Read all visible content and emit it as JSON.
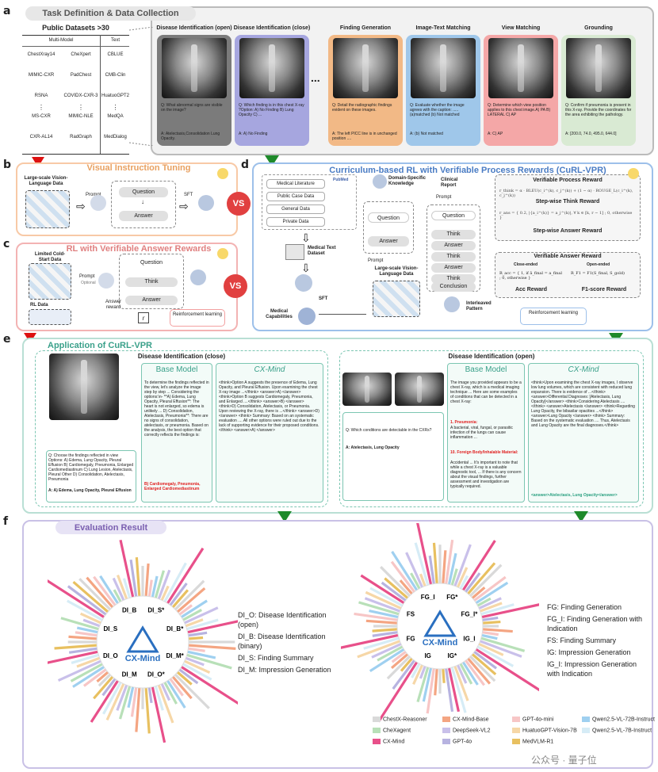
{
  "panel_a": {
    "letter": "a",
    "title": "Task Definition & Data Collection",
    "datasets_title": "Public Datasets >30",
    "col_multimodel": "Multi-Model",
    "col_text": "Text",
    "rows": [
      [
        "ChestXray14",
        "CheXpert",
        "CBLUE"
      ],
      [
        "MIMIC-CXR",
        "PadChest",
        "CMB-Clin"
      ],
      [
        "RSNA",
        "COVIDX-CXR-3",
        "HuatuoGPT2"
      ],
      [
        "MS-CXR",
        "MIMIC-NLE",
        "MedQA"
      ],
      [
        "CXR-AL14",
        "RadGraph",
        "MedDialog"
      ]
    ],
    "vdots": "⋮",
    "ellipsis": "...",
    "tasks": [
      {
        "title": "Disease Identification (open)",
        "q": "Q: What abnormal signs are visible on the image?",
        "a": "A: Atelectasis,Consolidation Lung Opacity.",
        "color": "#7b7b7b"
      },
      {
        "title": "Disease Identification (close)",
        "q": "Q: Which finding is in this chest X-ray ?Option: A) No Finding B) Lung Opacity C) ...",
        "a": "A: A) No Finding",
        "color": "#a6a6df"
      },
      {
        "title": "Finding Generation",
        "q": "Q: Detail the radiographic findings evident on these images.",
        "a": "A: The left PICC line is in unchanged position ....",
        "color": "#f2b986"
      },
      {
        "title": "Image-Text Matching",
        "q": "Q: Evaluate whether the image agrees with the caption: ..... (a)matched (b) Not matched",
        "a": "A: (b) Not matched",
        "color": "#9fc7ea"
      },
      {
        "title": "View Matching",
        "q": "Q: Determine which view position applies to this chest image.A) PA B) LATERAL C) AP",
        "a": "A: C) AP",
        "color": "#f4a7a7"
      },
      {
        "title": "Grounding",
        "q": "Q: Confirm if pneumonia is present in this X-ray. Provide the coordinates for the area exhibiting the pathology.",
        "a": "A: [200.0, 74.0, 495.0, 644.0]",
        "color": "#d9ead3"
      }
    ]
  },
  "panel_b": {
    "letter": "b",
    "title": "Visual Instruction Tuning",
    "data_label": "Large-scale Vision-Language Data",
    "prompt": "Prompt",
    "question": "Question",
    "answer": "Answer",
    "sft": "SFT",
    "vs": "VS"
  },
  "panel_c": {
    "letter": "c",
    "title": "RL with Verifiable Answer Rewards",
    "cold": "Limited Cold-Start Data",
    "rl_data": "RL Data",
    "prompt": "Prompt",
    "optional": "Optional",
    "question": "Question",
    "think": "Think",
    "answer": "Answer",
    "answer_reward": "Answer reward",
    "r": "r",
    "rl": "Reinforcement learning"
  },
  "panel_d": {
    "letter": "d",
    "title": "Curriculum-based RL with Verifiable Process Rewards (CuRL-VPR)",
    "sources": [
      "Medical Literature",
      "Public Case Data",
      "General Data",
      "Private Data"
    ],
    "pubmed": "PubMed",
    "medical_text": "Medical Text Dataset",
    "domain_knowledge": "Domain-Specific Knowledge",
    "clinical_report": "Clinical Report",
    "prompt": "Prompt",
    "question": "Question",
    "answer": "Answer",
    "think": "Think",
    "conclusion": "Conclusion",
    "large_vl": "Large-scale Vision-Language Data",
    "sft": "SFT",
    "medical_capabilities": "Medical Capabilities",
    "interleaved": "Interleaved Pattern",
    "rl": "Reinforcement learning",
    "vpr_title": "Verifiable Process Reward",
    "step_think": "Step-wise Think Reward",
    "step_answer": "Step-wise Answer Reward",
    "var_title": "Verifiable Answer Reward",
    "close_ended": "Close-ended",
    "open_ended": "Open-ended",
    "acc_reward": "Acc Reward",
    "f1_reward": "F1-score Reward",
    "formula1": "r_think = α · BLEU(c_i^(k), c_j^(k)) + (1 − α) · ROUGE_L(c_i^(k), c_j^(k))",
    "formula2": "r_ans = { 0.2, |{a_i^(k)} = a_j^(k)|, ∀ k ∈ [k, r − 1] ; 0, otherwise }",
    "formula3": "R_acc = { 1, if â_final = a_final ; 0, otherwise }",
    "formula4": "R_F1 = F1(S_final, S_gold)"
  },
  "panel_e": {
    "letter": "e",
    "title": "Application of CuRL-VPR",
    "close": {
      "title": "Disease Identification (close)",
      "q": "Q: Choose the findings reflected in view Options: A) Edema, Lung Opacity, Pleural Effusion B) Cardiomegaly, Pneumonia, Enlarged Cardiomediastinum C) Lung Lesion, Atelectasis, Pleural Other D) Consolidation, Atelectasis, Pneumonia",
      "a": "A: A) Edema, Lung Opacity, Pleural Effusion",
      "base_title": "Base Model",
      "base_text": "To determine the findings reflected in the view, let's analyze the image step by step ... Considering the options:\\n- **A) Edema, Lung Opacity, Pleural Effusion**: The heart is not enlarged, so edema is unlikely ... D) Consolidation, Atelectasis, Pneumonia**: There are no signs of consolidation, atelectasis, or pneumonia. Based on the analysis, the best option that correctly reflects the findings is:",
      "base_answer": "B) Cardiomegaly, Pneumonia, Enlarged Cardiomediastinum",
      "cx_title": "CX-Mind",
      "cx_text": "<think>Option A suggests the presence of Edema, Lung Opacity, and Pleural Effusion. Upon examining the chest X-ray image ...</think> <answer>A) </answer> <think>Option B suggests Cardiomegaly, Pneumonia, and Enlarged ....</think> <answer>B) </answer> <think>D) Consolidation, Atelectasis, or Pneumonia. Upon reviewing the X-ray, there is ...</think> <answer>D) </answer> <think> Summary: Based on an systematic evaluation .... All other options were ruled out due to the lack of supporting evidence for their proposed conditions.</think> <answer>A) </answer>"
    },
    "open": {
      "title": "Disease Identification (open)",
      "q": "Q: Which conditions are detectable in the CXRs?",
      "a": "A: Atelectasis, Lung Opacity",
      "base_title": "Base Model",
      "base_text": "The image you provided appears to be a chest X-ray, which is a medical imaging technique ... Here are some examples of conditions that can be detected in a chest X-ray:",
      "base_red1": "1. Pneumonia:",
      "base_text2": "A bacterial, viral, fungal, or parasitic infection of the lungs can cause inflammation ...",
      "base_red2": "10. Foreign Body/Inhalable Material:",
      "base_text3": "Accidental ... It's important to note that while a chest X-ray is a valuable diagnostic tool, ... If there is any concern about the visual findings, further assessment and investigation are typically required.",
      "cx_title": "CX-Mind",
      "cx_text": "<think>Upon examining the chest X-ray images, I observe low lung volumes, which are consistent with reduced lung expansion. There is evidence of ...</think> <answer>Differential Diagnoses: [Atelectasis, Lung Opacity]</answer> <think>Considering Atelectasis ....</think> <answer>Atelectasis </answer> <think>Regarding Lung Opacity, the bibasilar opacities ...</think> <answer>Lung Opacity </answer> <think> Summary: Based on the systematic evaluation .... Thus, Atelectasis and Lung Opacity are the final diagnoses.</think>",
      "cx_answer": "<answer>Atelectasis, Lung Opacity</answer>"
    }
  },
  "panel_f": {
    "letter": "f",
    "title": "Evaluation Result",
    "left_labels": [
      "DI_S*",
      "DI_B*",
      "DI_M*",
      "DI_O*",
      "DI_M",
      "DI_O",
      "DI_S",
      "DI_B"
    ],
    "left_legend": [
      "DI_O: Disease Identification (open)",
      "DI_B: Disease Identification (binary)",
      "DI_S: Finding Summary",
      "DI_M: Impression Generation"
    ],
    "right_labels": [
      "FG*",
      "FG_I*",
      "IG_I",
      "IG*",
      "IG",
      "FG",
      "FS",
      "FG_I"
    ],
    "right_legend": [
      "FG: Finding Generation",
      "FG_I: Finding Generation with Indication",
      "FS: Finding Summary",
      "IG: Impression Generation",
      "IG_I: Impression Generation with Indication"
    ],
    "logo_text": "CX-Mind",
    "models": [
      {
        "name": "ChestX-Reasoner",
        "color": "#d9d9d9"
      },
      {
        "name": "CX-Mind-Base",
        "color": "#f4a582"
      },
      {
        "name": "GPT-4o-mini",
        "color": "#f7c6c6"
      },
      {
        "name": "Qwen2.5-VL-72B-Instruct",
        "color": "#9fd0f0"
      },
      {
        "name": "CheXagent",
        "color": "#b8e0b8"
      },
      {
        "name": "DeepSeek-VL2",
        "color": "#c9c0ea"
      },
      {
        "name": "HuatuoGPT-Vision-7B",
        "color": "#f6d7a7"
      },
      {
        "name": "Qwen2.5-VL-7B-Instruct",
        "color": "#d6ecf6"
      },
      {
        "name": "CX-Mind",
        "color": "#e8508a"
      },
      {
        "name": "GPT-4o",
        "color": "#b7b3e0"
      },
      {
        "name": "MedVLM-R1",
        "color": "#e8c060"
      }
    ],
    "watermark": "公众号 · 量子位"
  }
}
